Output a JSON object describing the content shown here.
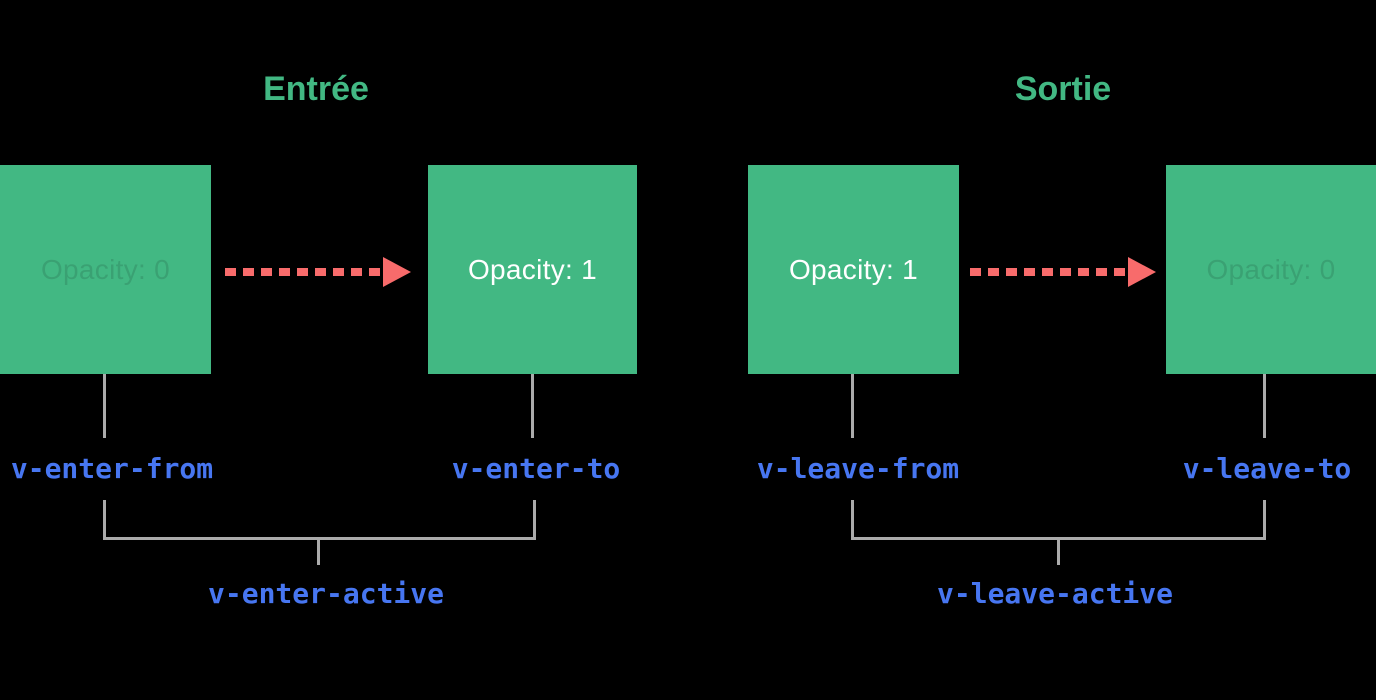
{
  "sections": {
    "enter": {
      "title": "Entrée",
      "from_box": {
        "label": "Opacity: 0"
      },
      "to_box": {
        "label": "Opacity: 1"
      },
      "from_class": "v-enter-from",
      "to_class": "v-enter-to",
      "active_class": "v-enter-active"
    },
    "leave": {
      "title": "Sortie",
      "from_box": {
        "label": "Opacity: 1"
      },
      "to_box": {
        "label": "Opacity: 0"
      },
      "from_class": "v-leave-from",
      "to_class": "v-leave-to",
      "active_class": "v-leave-active"
    }
  },
  "colors": {
    "green": "#42b883",
    "blue": "#4776f1",
    "red": "#f86b6b",
    "gray": "#ababab",
    "background": "#000000",
    "box_text": "#ffffff",
    "faded_text": "rgba(0,0,0,0.12)"
  }
}
